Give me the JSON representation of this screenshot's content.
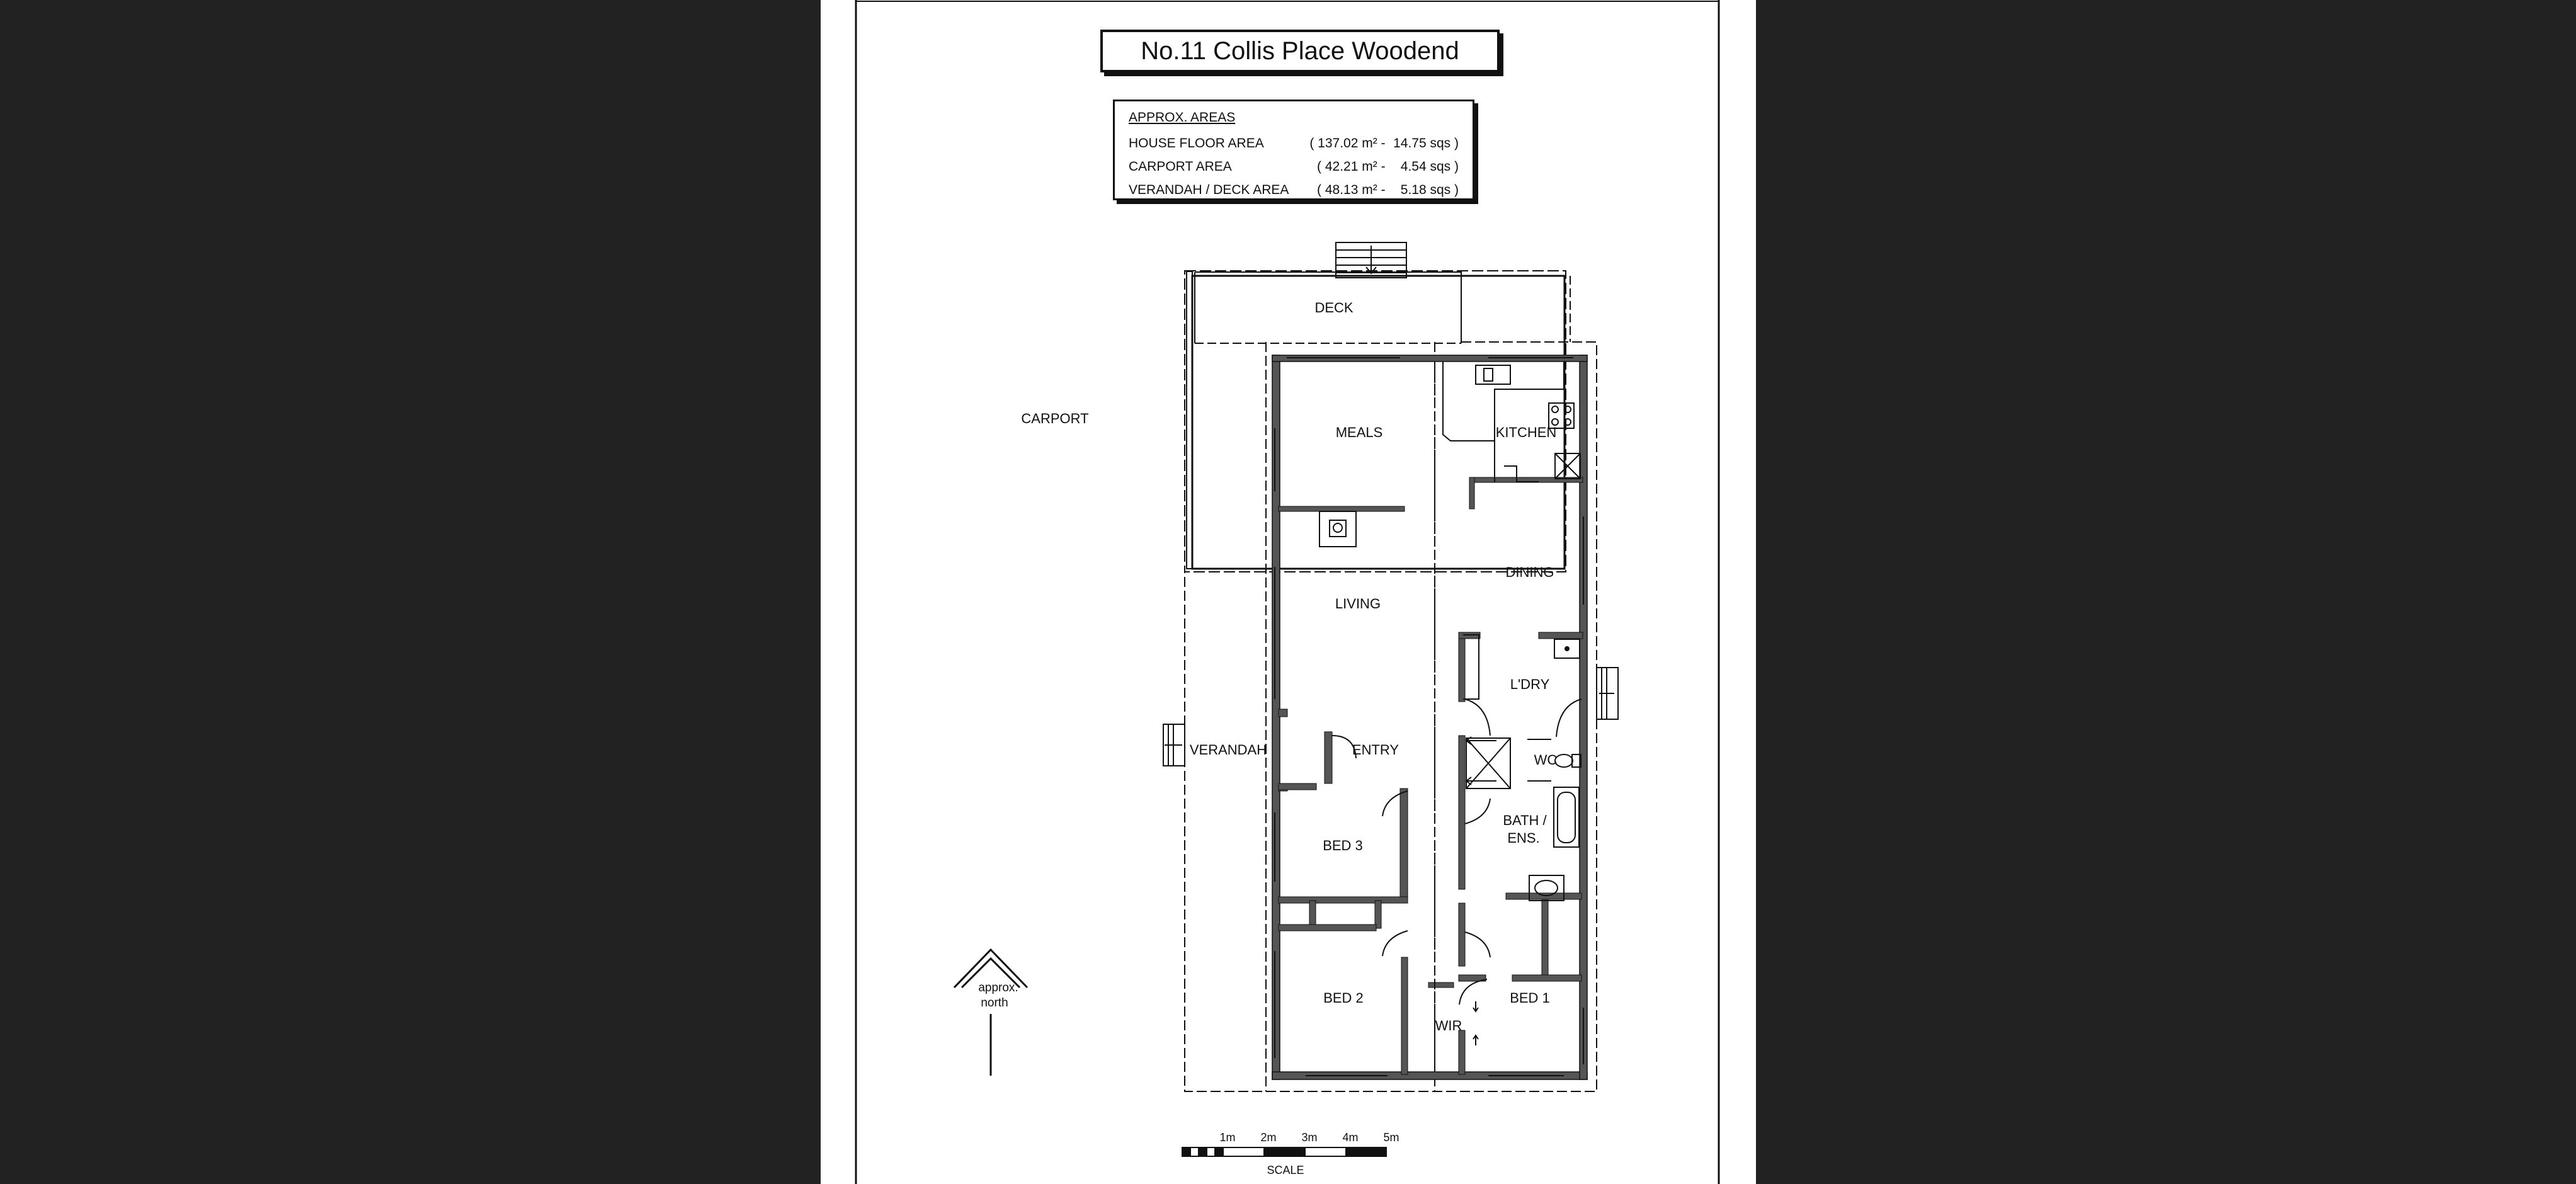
{
  "title": "No.11 Collis Place Woodend",
  "areas": {
    "heading": "APPROX. AREAS",
    "rows": [
      {
        "label": "HOUSE FLOOR AREA",
        "m2": "( 137.02 m² -",
        "squares": "14.75 sqs )"
      },
      {
        "label": "CARPORT AREA",
        "m2": "( 42.21 m² -",
        "squares": "4.54 sqs )"
      },
      {
        "label": "VERANDAH / DECK AREA",
        "m2": "( 48.13 m² -",
        "squares": "5.18 sqs )"
      }
    ]
  },
  "rooms": {
    "deck": "DECK",
    "carport": "CARPORT",
    "meals": "MEALS",
    "kitchen": "KITCHEN",
    "living": "LIVING",
    "dining": "DINING",
    "laundry": "L'DRY",
    "verandah": "VERANDAH",
    "entry": "ENTRY",
    "wc": "WC",
    "bed3": "BED 3",
    "bath_line1": "BATH /",
    "bath_line2": "ENS.",
    "bed2": "BED 2",
    "bed1": "BED 1",
    "wir": "WIR"
  },
  "north": {
    "line1": "approx.",
    "line2": "north"
  },
  "scale": {
    "label": "SCALE",
    "ticks": [
      "1m",
      "2m",
      "3m",
      "4m",
      "5m"
    ]
  }
}
